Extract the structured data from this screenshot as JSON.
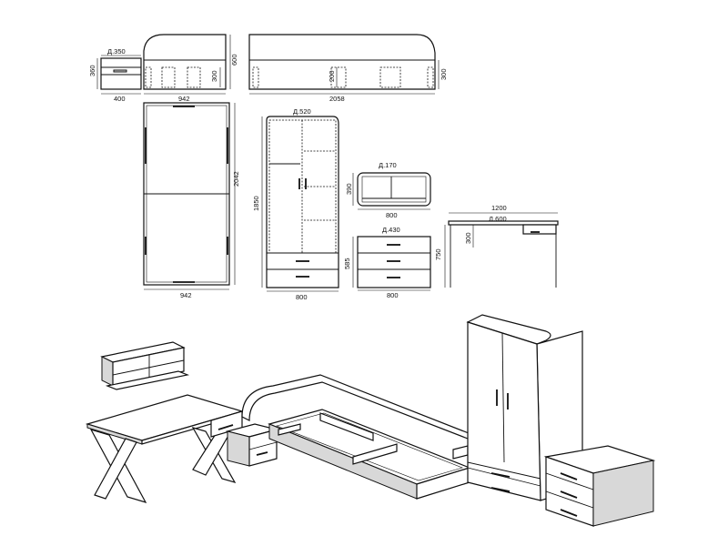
{
  "drawing": {
    "nightstand": {
      "depth_label": "Д.350",
      "height": "360",
      "width": "400"
    },
    "bed_side": {
      "width": "942",
      "height": "600",
      "drawer": "300"
    },
    "bed_front": {
      "length": "2058",
      "drawer": "200",
      "height": "300"
    },
    "bed_top": {
      "height": "2042",
      "width": "942"
    },
    "wardrobe": {
      "depth_label": "Д.520",
      "height": "1850",
      "width": "800"
    },
    "shelf": {
      "depth_label": "Д.170",
      "height": "390",
      "width": "800"
    },
    "dresser": {
      "depth_label": "Д.430",
      "height": "585",
      "width": "800"
    },
    "desk": {
      "width": "1200",
      "depth_label": "Д.600",
      "height": "750",
      "drawer": "300"
    }
  }
}
